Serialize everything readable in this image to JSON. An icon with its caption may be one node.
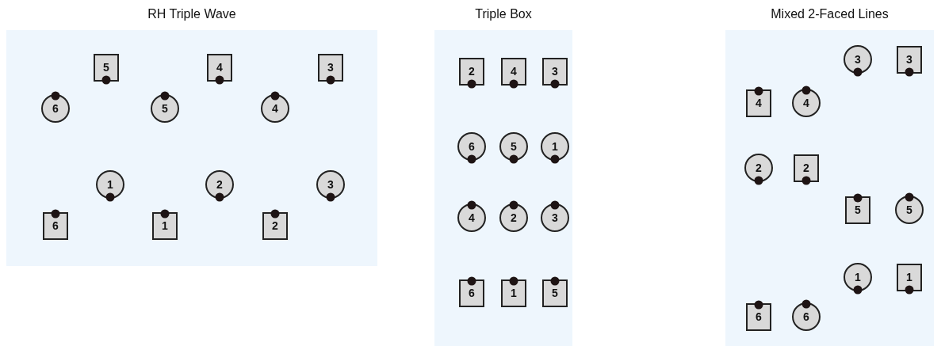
{
  "diagram": {
    "nodes": [
      {
        "text": [
          "RH Triple Wave"
        ]
      },
      {
        "text": [
          "5"
        ],
        "in": 0
      },
      {
        "text": [
          "4"
        ],
        "in": 0
      },
      {
        "text": [
          "3"
        ],
        "in": 0
      },
      {
        "text": [
          "6"
        ],
        "in": 0
      },
      {
        "text": [
          "5"
        ],
        "in": 0
      },
      {
        "text": [
          "4"
        ],
        "in": 0
      },
      {
        "text": [
          "1"
        ],
        "in": 0
      },
      {
        "text": [
          "2"
        ],
        "in": 0
      },
      {
        "text": [
          "3"
        ],
        "in": 0
      },
      {
        "text": [
          "6"
        ],
        "in": 0
      },
      {
        "text": [
          "1"
        ],
        "in": 0
      },
      {
        "text": [
          "2"
        ],
        "in": 0
      },
      {
        "text": [
          "Triple Box"
        ]
      },
      {
        "text": [
          "2"
        ],
        "in": 13
      },
      {
        "text": [
          "4"
        ],
        "in": 13
      },
      {
        "text": [
          "3"
        ],
        "in": 13
      },
      {
        "text": [
          "6"
        ],
        "in": 13
      },
      {
        "text": [
          "5"
        ],
        "in": 13
      },
      {
        "text": [
          "1"
        ],
        "in": 13
      },
      {
        "text": [
          "4"
        ],
        "in": 13
      },
      {
        "text": [
          "2"
        ],
        "in": 13
      },
      {
        "text": [
          "3"
        ],
        "in": 13
      },
      {
        "text": [
          "6"
        ],
        "in": 13
      },
      {
        "text": [
          "1"
        ],
        "in": 13
      },
      {
        "text": [
          "5"
        ],
        "in": 13
      },
      {
        "text": [
          "Mixed 2-Faced Lines"
        ]
      },
      {
        "text": [
          "3"
        ],
        "in": 26
      },
      {
        "text": [
          "3"
        ],
        "in": 26
      },
      {
        "text": [
          "4"
        ],
        "in": 26
      },
      {
        "text": [
          "4"
        ],
        "in": 26
      },
      {
        "text": [
          "2"
        ],
        "in": 26
      },
      {
        "text": [
          "2"
        ],
        "in": 26
      },
      {
        "text": [
          "5"
        ],
        "in": 26
      },
      {
        "text": [
          "5"
        ],
        "in": 26
      },
      {
        "text": [
          "1"
        ],
        "in": 26
      },
      {
        "text": [
          "1"
        ],
        "in": 26
      },
      {
        "text": [
          "6"
        ],
        "in": 26
      },
      {
        "text": [
          "6"
        ],
        "in": 26
      }
    ]
  }
}
